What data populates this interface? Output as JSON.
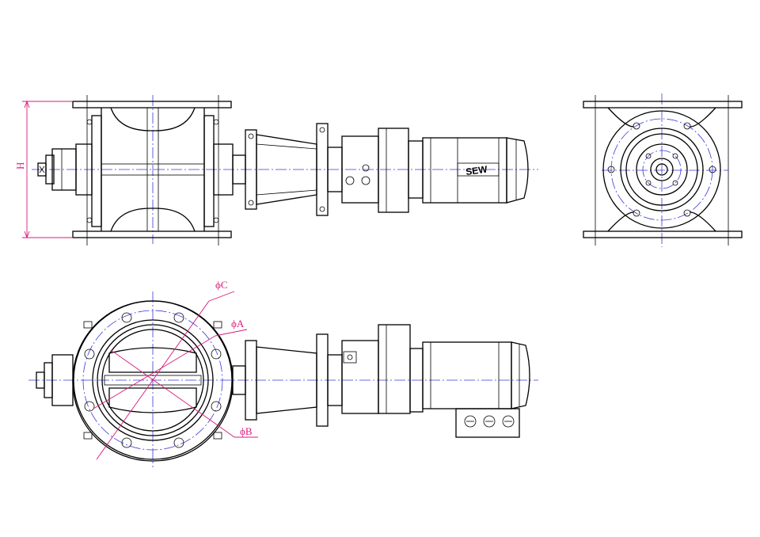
{
  "dimensions": {
    "height_label": "H",
    "dia_a_label": "ϕA",
    "dia_b_label": "ϕB",
    "dia_c_label": "ϕC"
  },
  "motor": {
    "brand": "SEW"
  },
  "colors": {
    "outline": "#000000",
    "centerline": "#3a3ad8",
    "dimension": "#d81b7a"
  }
}
